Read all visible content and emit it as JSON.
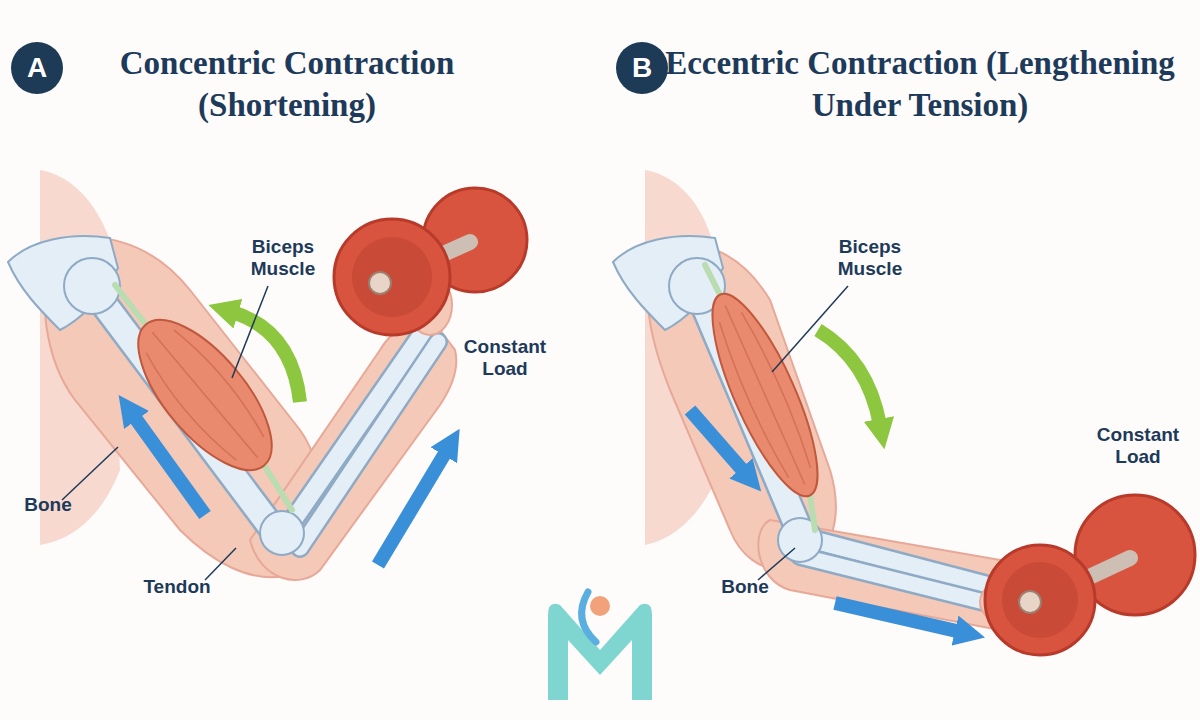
{
  "diagram": {
    "nodes": [
      {
        "text": [
          "A"
        ]
      },
      {
        "text": [
          "B"
        ]
      }
    ],
    "labels": [
      "Concentric Contraction (Shortening)",
      "Biceps Muscle",
      "Constant Load",
      "Bone",
      "Tendon",
      "Eccentric Contraction (Lengthening Under Tension)",
      "Biceps Muscle",
      "Constant Load",
      "Bone"
    ]
  }
}
